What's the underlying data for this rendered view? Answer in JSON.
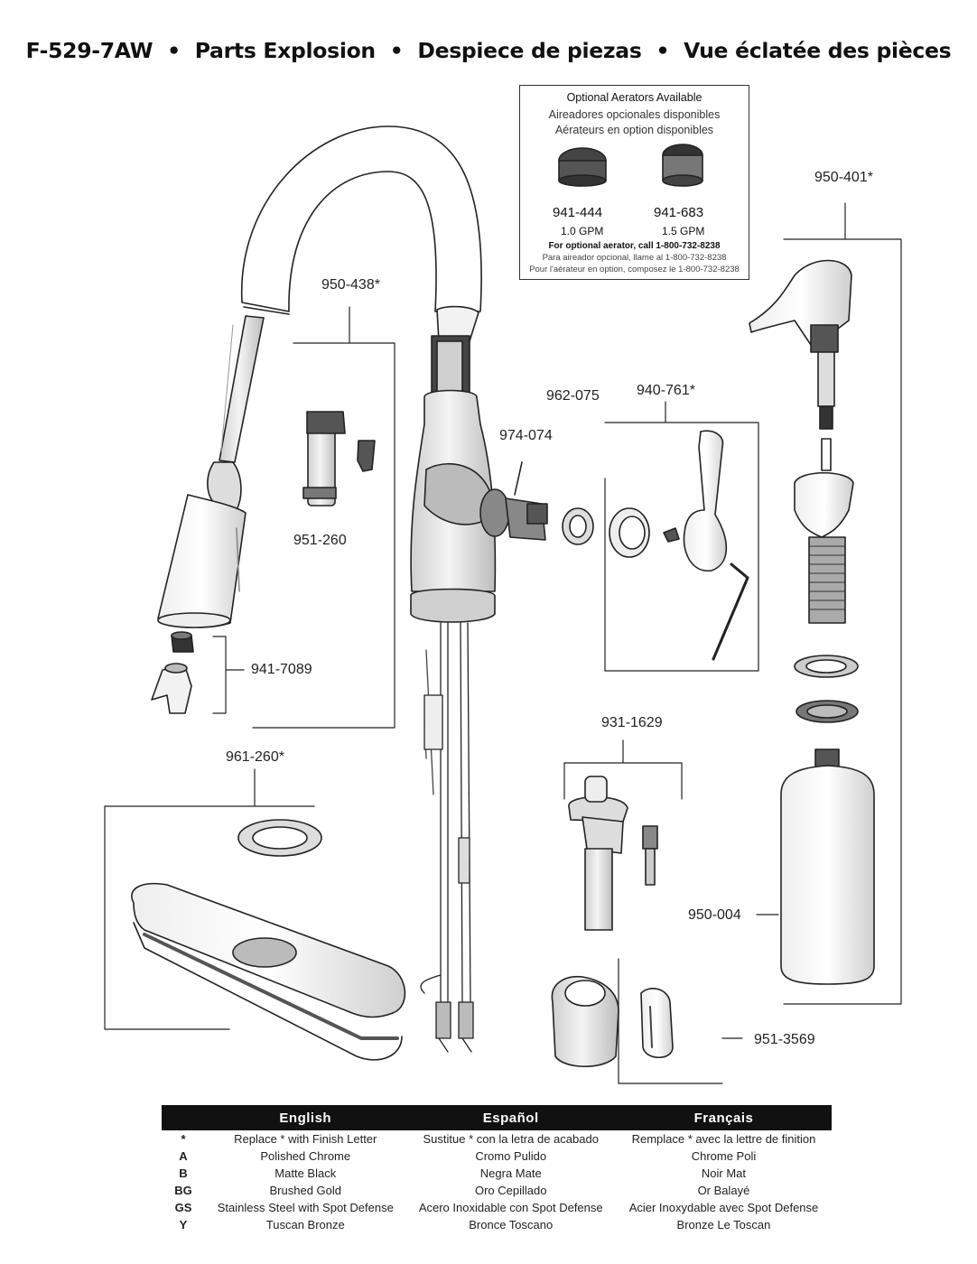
{
  "title": {
    "model": "F-529-7AW",
    "sep": "•",
    "en": "Parts Explosion",
    "es": "Despiece de piezas",
    "fr": "Vue éclatée des pièces"
  },
  "aerators": {
    "heading_en": "Optional Aerators Available",
    "heading_es": "Aireadores opcionales disponibles",
    "heading_fr": "Aérateurs en option disponibles",
    "items": [
      {
        "part": "941-444",
        "flow": "1.0 GPM"
      },
      {
        "part": "941-683",
        "flow": "1.5 GPM"
      }
    ],
    "call_en": "For optional aerator, call 1-800-732-8238",
    "call_es": "Para aireador opcional, llame al 1-800-732-8238",
    "call_fr": "Pour l'aérateur en option, composez le 1-800-732-8238"
  },
  "parts": {
    "p950_438": "950-438*",
    "p951_260": "951-260",
    "p941_7089": "941-7089",
    "p961_260": "961-260*",
    "p974_074": "974-074",
    "p962_075": "962-075",
    "p940_761": "940-761*",
    "p950_401": "950-401*",
    "p931_1629": "931-1629",
    "p950_004": "950-004",
    "p951_3569": "951-3569"
  },
  "legend": {
    "headers": [
      "English",
      "Español",
      "Français"
    ],
    "rows": [
      {
        "code": "*",
        "en": "Replace * with Finish Letter",
        "es": "Sustitue * con la letra de acabado",
        "fr": "Remplace * avec la lettre de finition"
      },
      {
        "code": "A",
        "en": "Polished Chrome",
        "es": "Cromo Pulido",
        "fr": "Chrome Poli"
      },
      {
        "code": "B",
        "en": "Matte Black",
        "es": "Negra Mate",
        "fr": "Noir Mat"
      },
      {
        "code": "BG",
        "en": "Brushed Gold",
        "es": "Oro Cepillado",
        "fr": "Or Balayé"
      },
      {
        "code": "GS",
        "en": "Stainless Steel with Spot Defense",
        "es": "Acero Inoxidable con Spot Defense",
        "fr": "Acier Inoxydable avec Spot Defense"
      },
      {
        "code": "Y",
        "en": "Tuscan Bronze",
        "es": "Bronce Toscano",
        "fr": "Bronze Le Toscan"
      }
    ]
  }
}
